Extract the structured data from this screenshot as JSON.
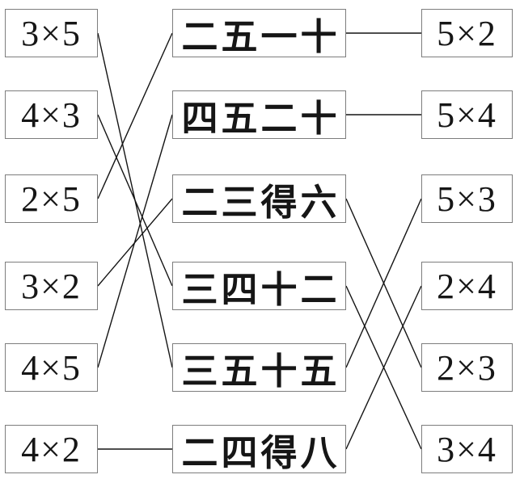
{
  "exercise": {
    "columns": {
      "left": [
        "3×5",
        "4×3",
        "2×5",
        "3×2",
        "4×5",
        "4×2"
      ],
      "middle": [
        "二五一十",
        "四五二十",
        "二三得六",
        "三四十二",
        "三五十五",
        "二四得八"
      ],
      "right": [
        "5×2",
        "5×4",
        "5×3",
        "2×4",
        "2×3",
        "3×4"
      ]
    },
    "connections": {
      "left_to_middle": [
        [
          0,
          4
        ],
        [
          1,
          3
        ],
        [
          2,
          0
        ],
        [
          3,
          2
        ],
        [
          4,
          1
        ],
        [
          5,
          5
        ]
      ],
      "middle_to_right": [
        [
          0,
          0
        ],
        [
          1,
          1
        ],
        [
          2,
          4
        ],
        [
          3,
          5
        ],
        [
          4,
          2
        ],
        [
          5,
          3
        ]
      ]
    }
  },
  "colors": {
    "background": "#ffffff",
    "box_border": "#7d7d7d",
    "connector_line": "#141414",
    "text": "#161616"
  }
}
